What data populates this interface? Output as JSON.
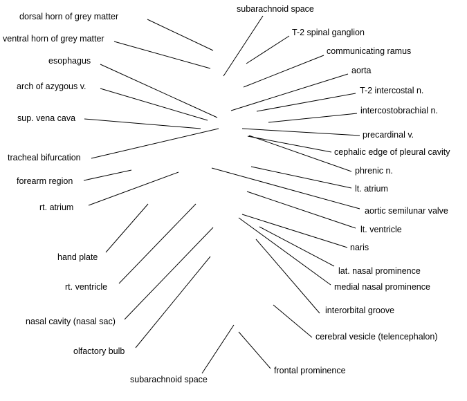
{
  "labels": {
    "dorsal_horn": "dorsal horn of grey matter",
    "ventral_horn": "ventral horn of grey matter",
    "esophagus": "esophagus",
    "arch_azygous": "arch of azygous v.",
    "sup_vena_cava": "sup. vena cava",
    "tracheal_bifurcation": "tracheal bifurcation",
    "forearm_region": "forearm region",
    "rt_atrium": "rt. atrium",
    "hand_plate": "hand plate",
    "rt_ventricle": "rt. ventricle",
    "nasal_cavity": "nasal cavity (nasal sac)",
    "olfactory_bulb": "olfactory bulb",
    "subarachnoid_bottom": "subarachnoid space",
    "subarachnoid_top": "subarachnoid space",
    "t2_ganglion": "T-2 spinal ganglion",
    "communicating_ramus": "communicating ramus",
    "aorta": "aorta",
    "t2_intercostal": "T-2 intercostal n.",
    "intercostobrachial": "intercostobrachial n.",
    "precardinal": "precardinal v.",
    "cephalic_edge": "cephalic edge of pleural cavity",
    "phrenic": "phrenic n.",
    "lt_atrium": "lt. atrium",
    "aortic_valve": "aortic semilunar valve",
    "lt_ventricle": "lt. ventricle",
    "naris": "naris",
    "lat_nasal": "lat. nasal prominence",
    "medial_nasal": "medial nasal prominence",
    "interorbital_groove": "interorbital groove",
    "cerebral_vesicle": "cerebral vesicle (telencephalon)",
    "frontal_prominence": "frontal prominence"
  },
  "colors": {
    "background": "#ffffff",
    "text": "#000000",
    "line": "#000000"
  }
}
